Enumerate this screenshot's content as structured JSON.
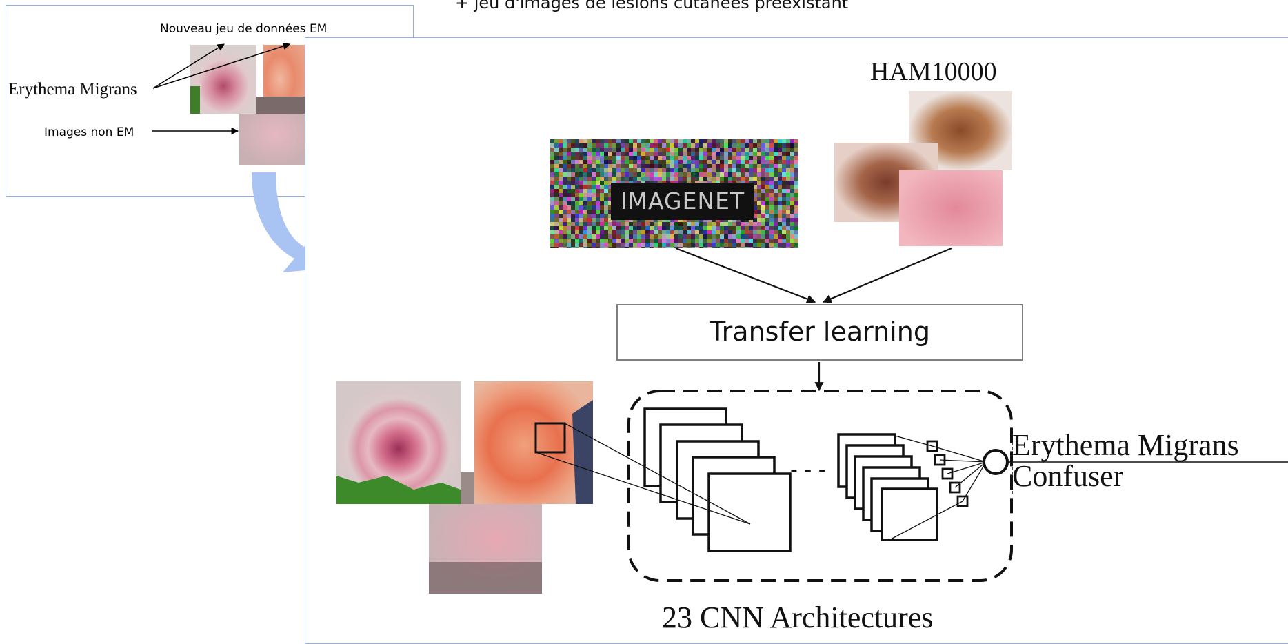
{
  "header": {
    "partial_title": "+ jeu d'images de lésions cutanées préexistant"
  },
  "small_panel": {
    "title": "Nouveau jeu de données EM",
    "em_label": "Erythema Migrans",
    "non_em_label": "Images non EM"
  },
  "diagram": {
    "ham_title": "HAM10000",
    "imagenet_logo": "IMAGENET",
    "transfer_label": "Transfer learning",
    "cnn_label": "23 CNN Architectures",
    "dots": "- - -",
    "output_em": "Erythema Migrans",
    "output_confuser": "Confuser"
  },
  "colors": {
    "panel_border": "#8fb0ea",
    "arrow_fill": "#a9c4f2",
    "box_border": "#7f7f7f"
  },
  "icons": {
    "big_arrow": "curved-arrow-icon"
  }
}
